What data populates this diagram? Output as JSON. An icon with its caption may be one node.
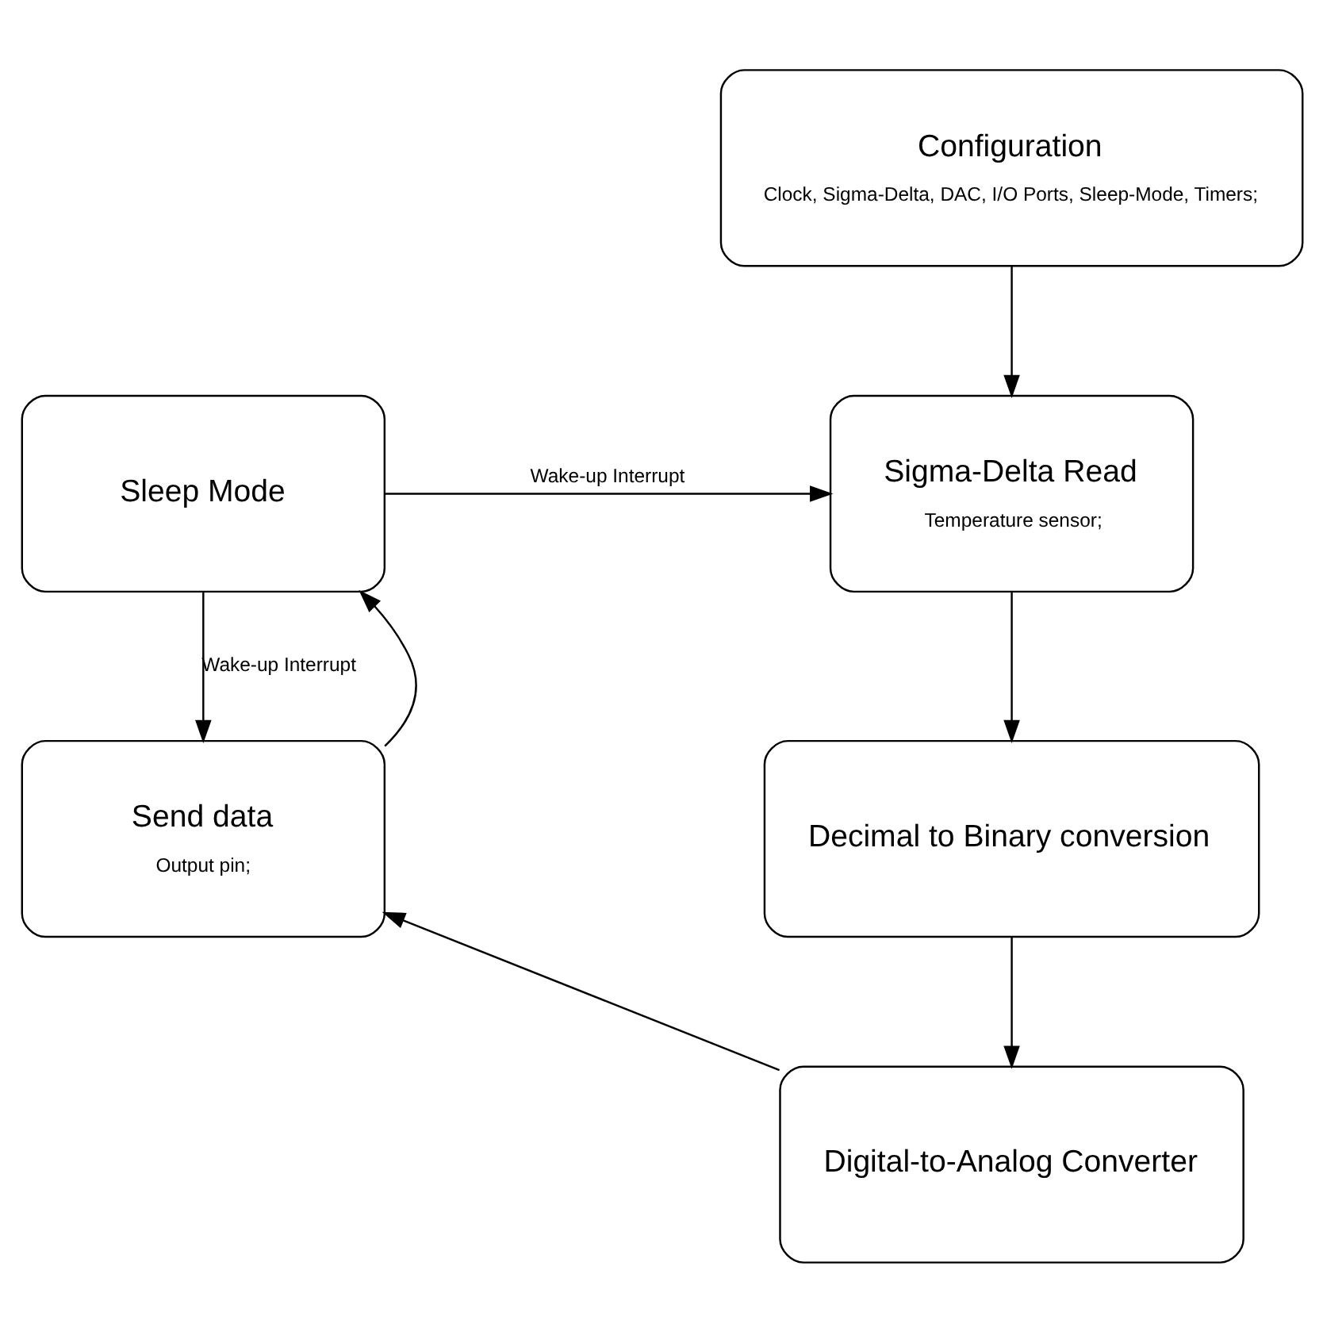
{
  "diagram": {
    "nodes": [
      {
        "text": [
          "Configuration",
          "Clock, Sigma-Delta, DAC, I/O Ports, Sleep-Mode, Timers;"
        ]
      },
      {
        "text": [
          "Sigma-Delta Read",
          "Temperature sensor;"
        ]
      },
      {
        "text": [
          "Sleep Mode"
        ]
      },
      {
        "text": [
          "Decimal to Binary conversion"
        ]
      },
      {
        "text": [
          "Send data",
          "Output pin;"
        ]
      },
      {
        "text": [
          "Digital-to-Analog Converter"
        ]
      }
    ],
    "edges": [
      {
        "from": 0,
        "to": 1,
        "arrow": "to"
      },
      {
        "from": 2,
        "to": 1,
        "arrow": "to",
        "label": "Wake-up Interrupt"
      },
      {
        "from": 1,
        "to": 3,
        "arrow": "to"
      },
      {
        "from": 3,
        "to": 5,
        "arrow": "to"
      },
      {
        "from": 5,
        "to": 4,
        "arrow": "to"
      },
      {
        "from": 4,
        "to": 2,
        "arrow": "to"
      },
      {
        "from": 2,
        "to": 4,
        "arrow": "to",
        "label": "Wake-up Interrupt"
      }
    ]
  }
}
